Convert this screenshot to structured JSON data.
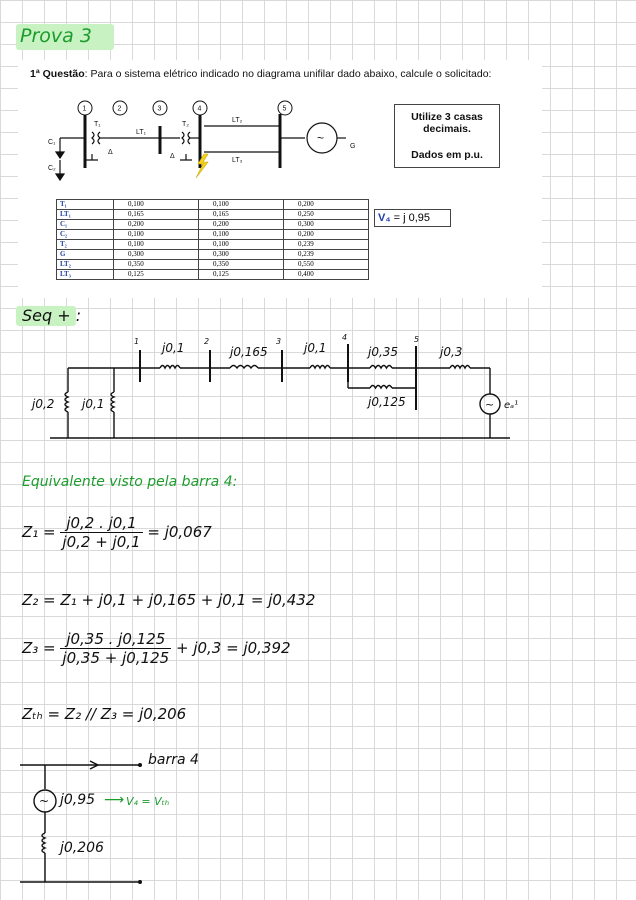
{
  "header": {
    "title": "Prova 3"
  },
  "question": {
    "label": "1ª Questão",
    "text": ": Para o sistema elétrico indicado no diagrama unifilar dado abaixo, calcule o solicitado:"
  },
  "note_box": {
    "line1": "Utilize 3 casas",
    "line2": "decimais.",
    "line3": "Dados em p.u."
  },
  "diagram_labels": {
    "bus1": "1",
    "bus2": "2",
    "bus3": "3",
    "bus4": "4",
    "bus5": "5",
    "c1": "C₁",
    "c2": "C₂",
    "t1": "T₁",
    "t2": "T₂",
    "lt1": "LT₁",
    "lt2": "LT₂",
    "lt3": "LT₃",
    "g": "G",
    "delta": "Δ",
    "gen_symbol": "~"
  },
  "table": {
    "rows": [
      {
        "label": "T₁",
        "values": [
          "0,100",
          "0,100",
          "0,200"
        ]
      },
      {
        "label": "LT₁",
        "values": [
          "0,165",
          "0,165",
          "0,250"
        ]
      },
      {
        "label": "C₁",
        "values": [
          "0,200",
          "0,200",
          "0,300"
        ]
      },
      {
        "label": "C₂",
        "values": [
          "0,100",
          "0,100",
          "0,200"
        ]
      },
      {
        "label": "T₂",
        "values": [
          "0,100",
          "0,100",
          "0,239"
        ]
      },
      {
        "label": "G",
        "values": [
          "0,300",
          "0,300",
          "0,239"
        ]
      },
      {
        "label": "LT₂",
        "values": [
          "0,350",
          "0,350",
          "0,550"
        ]
      },
      {
        "label": "LT₃",
        "values": [
          "0,125",
          "0,125",
          "0,400"
        ]
      }
    ]
  },
  "v4_box": {
    "label": "V₄",
    "value": " = j 0,95"
  },
  "seq": {
    "title": "Seq + :",
    "bus_labels": [
      "1",
      "2",
      "3",
      "4",
      "5"
    ],
    "impedances": {
      "z_t1": "j0,1",
      "z_lt1": "j0,165",
      "z_t2": "j0,1",
      "z_lt2": "j0,35",
      "z_g": "j0,3",
      "z_lt3": "j0,125",
      "z_c1": "j0,2",
      "z_c2": "j0,1",
      "source": "eₐ¹"
    }
  },
  "equivalent": {
    "title": "Equivalente visto pela barra 4:",
    "z1": {
      "name": "Z₁ =",
      "num": "j0,2 . j0,1",
      "den": "j0,2 + j0,1",
      "result": "= j0,067"
    },
    "z2": {
      "text": "Z₂ = Z₁ + j0,1 + j0,165 + j0,1 = j0,432"
    },
    "z3": {
      "name": "Z₃ =",
      "num": "j0,35 . j0,125",
      "den": "j0,35 + j0,125",
      "result": "+ j0,3 = j0,392"
    },
    "zth": {
      "text": "Zₜₕ = Z₂ // Z₃ = j0,206"
    }
  },
  "thevenin": {
    "bus_label": "barra 4",
    "source_value": "j0,95",
    "arrow": "⟶",
    "source_note": "V₄ = Vₜₕ",
    "impedance": "j0,206",
    "gen_symbol": "~"
  }
}
